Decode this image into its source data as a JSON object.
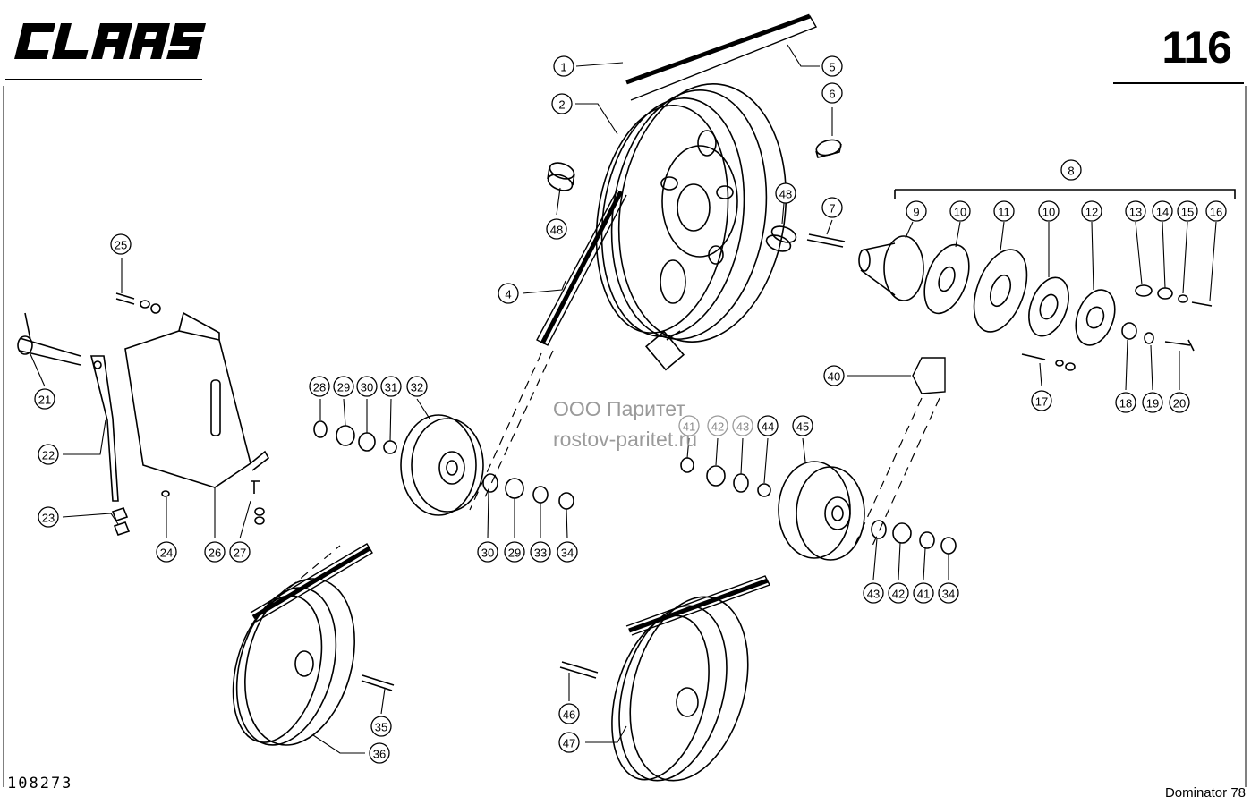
{
  "header": {
    "brand": "CLAAS",
    "page_number": "116"
  },
  "footer": {
    "document_number": "108273",
    "model": "Dominator 78"
  },
  "watermark": {
    "line1": "ООО Паритет",
    "line2": "rostov-paritet.ru"
  },
  "callouts": [
    {
      "label": "1"
    },
    {
      "label": "2"
    },
    {
      "label": "5"
    },
    {
      "label": "6"
    },
    {
      "label": "48"
    },
    {
      "label": "48"
    },
    {
      "label": "7"
    },
    {
      "label": "8"
    },
    {
      "label": "9"
    },
    {
      "label": "10"
    },
    {
      "label": "11"
    },
    {
      "label": "10"
    },
    {
      "label": "12"
    },
    {
      "label": "13"
    },
    {
      "label": "14"
    },
    {
      "label": "15"
    },
    {
      "label": "16"
    },
    {
      "label": "4"
    },
    {
      "label": "25"
    },
    {
      "label": "17"
    },
    {
      "label": "18"
    },
    {
      "label": "19"
    },
    {
      "label": "20"
    },
    {
      "label": "40"
    },
    {
      "label": "28"
    },
    {
      "label": "29"
    },
    {
      "label": "30"
    },
    {
      "label": "31"
    },
    {
      "label": "32"
    },
    {
      "label": "21"
    },
    {
      "label": "41"
    },
    {
      "label": "42"
    },
    {
      "label": "43"
    },
    {
      "label": "44"
    },
    {
      "label": "45"
    },
    {
      "label": "22"
    },
    {
      "label": "23"
    },
    {
      "label": "24"
    },
    {
      "label": "26"
    },
    {
      "label": "27"
    },
    {
      "label": "30"
    },
    {
      "label": "29"
    },
    {
      "label": "33"
    },
    {
      "label": "34"
    },
    {
      "label": "43"
    },
    {
      "label": "42"
    },
    {
      "label": "41"
    },
    {
      "label": "34"
    },
    {
      "label": "35"
    },
    {
      "label": "36"
    },
    {
      "label": "46"
    },
    {
      "label": "47"
    }
  ]
}
